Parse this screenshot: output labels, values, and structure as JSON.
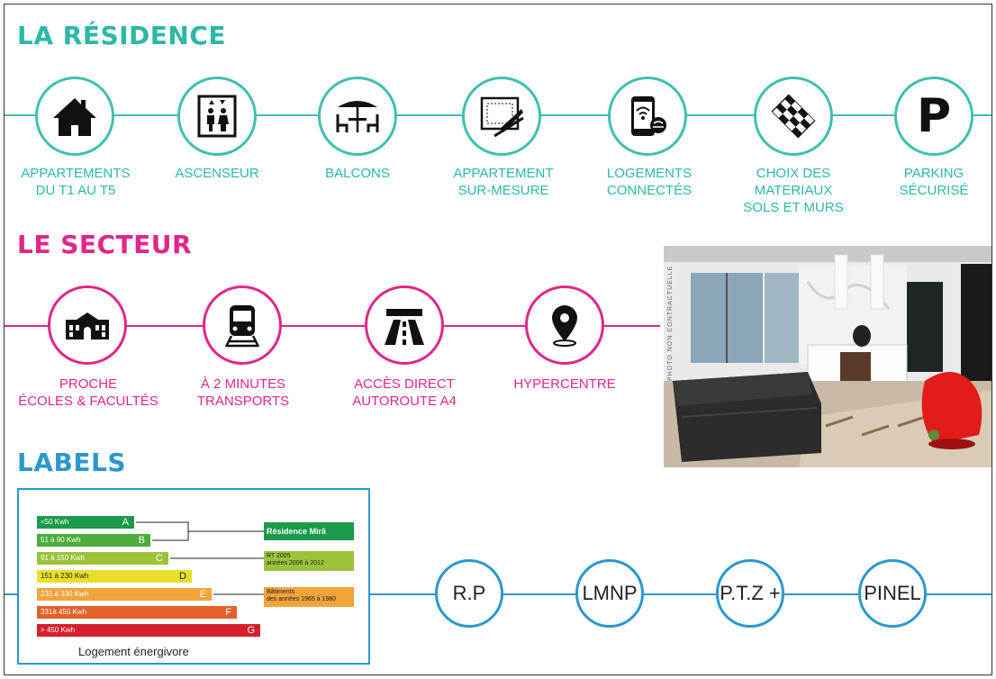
{
  "residence": {
    "title": "LA RÉSIDENCE",
    "items": [
      {
        "label": "APPARTEMENTS\nDU T1 AU T5",
        "icon": "house-icon"
      },
      {
        "label": "ASCENSEUR",
        "icon": "elevator-icon"
      },
      {
        "label": "BALCONS",
        "icon": "terrace-table-icon"
      },
      {
        "label": "APPARTEMENT\nSUR-MESURE",
        "icon": "blueprint-icon"
      },
      {
        "label": "LOGEMENTS\nCONNECTÉS",
        "icon": "smartphone-wifi-icon"
      },
      {
        "label": "CHOIX DES\nMATERIAUX\nSOLS ET MURS",
        "icon": "checkered-floor-icon"
      },
      {
        "label": "PARKING\nSÉCURISÉ",
        "icon": "parking-icon",
        "glyph": "P"
      }
    ]
  },
  "secteur": {
    "title": "LE SECTEUR",
    "items": [
      {
        "label": "PROCHE\nÉCOLES & FACULTÉS",
        "icon": "school-building-icon"
      },
      {
        "label": "À 2 MINUTES\nTRANSPORTS",
        "icon": "tram-icon"
      },
      {
        "label": "ACCÈS DIRECT\nAUTOROUTE A4",
        "icon": "highway-icon"
      },
      {
        "label": "HYPERCENTRE",
        "icon": "map-pin-icon"
      }
    ],
    "photo_caption": "PHOTO NON CONTRACTUELLE"
  },
  "labels": {
    "title": "LABELS",
    "badges": [
      "R.P",
      "LMNP",
      "P.T.Z +",
      "PINEL"
    ],
    "energy": {
      "rows": [
        {
          "range": "<50 Kwh",
          "letter": "A",
          "color": "#1a9a4a"
        },
        {
          "range": "51 à 90 Kwh",
          "letter": "B",
          "color": "#4cad3c"
        },
        {
          "range": "91 à 150 Kwh",
          "letter": "C",
          "color": "#9cc23a"
        },
        {
          "range": "151 à 230 Kwh",
          "letter": "D",
          "color": "#e8df2c"
        },
        {
          "range": "231 à 330 Kwh",
          "letter": "E",
          "color": "#f2a43a"
        },
        {
          "range": "331à 450 Kwh",
          "letter": "F",
          "color": "#e2622a"
        },
        {
          "range": "> 450 Kwh",
          "letter": "G",
          "color": "#d6202e"
        }
      ],
      "annotations": {
        "residence": "Résidence Mirã",
        "rt2005": "RT 2005\nannées 2006 à 2012",
        "batiments": "Bâtiments\ndes années 1965 à 1980"
      },
      "footer": "Logement énergivore"
    }
  },
  "colors": {
    "teal": "#2bb8a6",
    "pink": "#e0268a",
    "blue": "#2a98cf"
  }
}
